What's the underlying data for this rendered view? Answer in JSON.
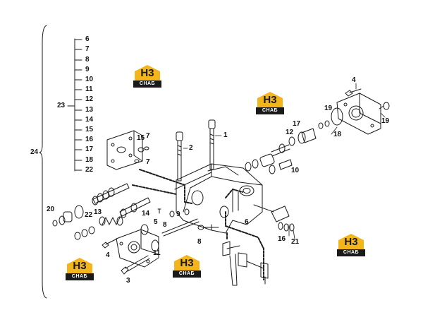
{
  "callouts": [
    {
      "id": "l-6a",
      "text": "6"
    },
    {
      "id": "l-7a",
      "text": "7"
    },
    {
      "id": "l-8a",
      "text": "8"
    },
    {
      "id": "l-9a",
      "text": "9"
    },
    {
      "id": "l-10a",
      "text": "10"
    },
    {
      "id": "l-11a",
      "text": "11"
    },
    {
      "id": "l-12a",
      "text": "12"
    },
    {
      "id": "l-13a",
      "text": "13"
    },
    {
      "id": "l-14a",
      "text": "14"
    },
    {
      "id": "l-15a",
      "text": "15"
    },
    {
      "id": "l-16a",
      "text": "16"
    },
    {
      "id": "l-17a",
      "text": "17"
    },
    {
      "id": "l-18a",
      "text": "18"
    },
    {
      "id": "l-22a",
      "text": "22"
    },
    {
      "id": "l-23",
      "text": "23"
    },
    {
      "id": "l-24",
      "text": "24"
    },
    {
      "id": "l-1",
      "text": "1"
    },
    {
      "id": "l-2",
      "text": "2"
    },
    {
      "id": "l-3",
      "text": "3"
    },
    {
      "id": "l-4a",
      "text": "4"
    },
    {
      "id": "l-4b",
      "text": "4"
    },
    {
      "id": "l-5",
      "text": "5"
    },
    {
      "id": "l-6b",
      "text": "6"
    },
    {
      "id": "l-7b",
      "text": "7"
    },
    {
      "id": "l-7c",
      "text": "7"
    },
    {
      "id": "l-8b",
      "text": "8"
    },
    {
      "id": "l-8c",
      "text": "8"
    },
    {
      "id": "l-9b",
      "text": "9"
    },
    {
      "id": "l-10b",
      "text": "10"
    },
    {
      "id": "l-11b",
      "text": "11"
    },
    {
      "id": "l-12b",
      "text": "12"
    },
    {
      "id": "l-13b",
      "text": "13"
    },
    {
      "id": "l-14b",
      "text": "14"
    },
    {
      "id": "l-15b",
      "text": "15"
    },
    {
      "id": "l-16b",
      "text": "16"
    },
    {
      "id": "l-17b",
      "text": "17"
    },
    {
      "id": "l-18b",
      "text": "18"
    },
    {
      "id": "l-19a",
      "text": "19"
    },
    {
      "id": "l-19b",
      "text": "19"
    },
    {
      "id": "l-20",
      "text": "20"
    },
    {
      "id": "l-21",
      "text": "21"
    },
    {
      "id": "l-22b",
      "text": "22"
    }
  ],
  "watermark": {
    "mark": "H3",
    "text": "CHAБ",
    "color": "#f2b51c"
  }
}
